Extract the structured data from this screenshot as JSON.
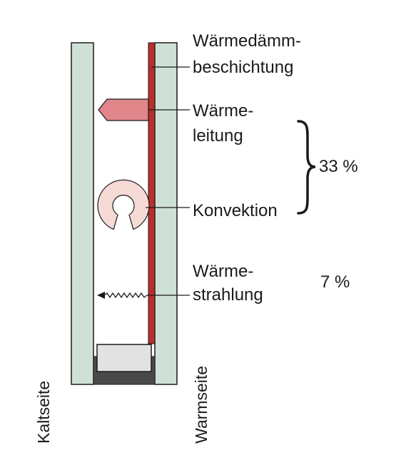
{
  "labels": {
    "coating_line1": "Wärmedämm-",
    "coating_line2": "beschichtung",
    "conduction_line1": "Wärme-",
    "conduction_line2": "leitung",
    "convection": "Konvektion",
    "radiation_line1": "Wärme-",
    "radiation_line2": "strahlung",
    "percent_top": "33 %",
    "percent_bottom": "7 %",
    "cold_side": "Kaltseite",
    "warm_side": "Warmseite"
  },
  "colors": {
    "glass_fill": "#cfe1d6",
    "coating": "#b8302d",
    "arrow_fill": "#e0858a",
    "ring_fill": "#f5dad6",
    "spacer": "#e2e2e2",
    "sealant": "#4a4a4a",
    "stroke": "#1a1a1a"
  }
}
